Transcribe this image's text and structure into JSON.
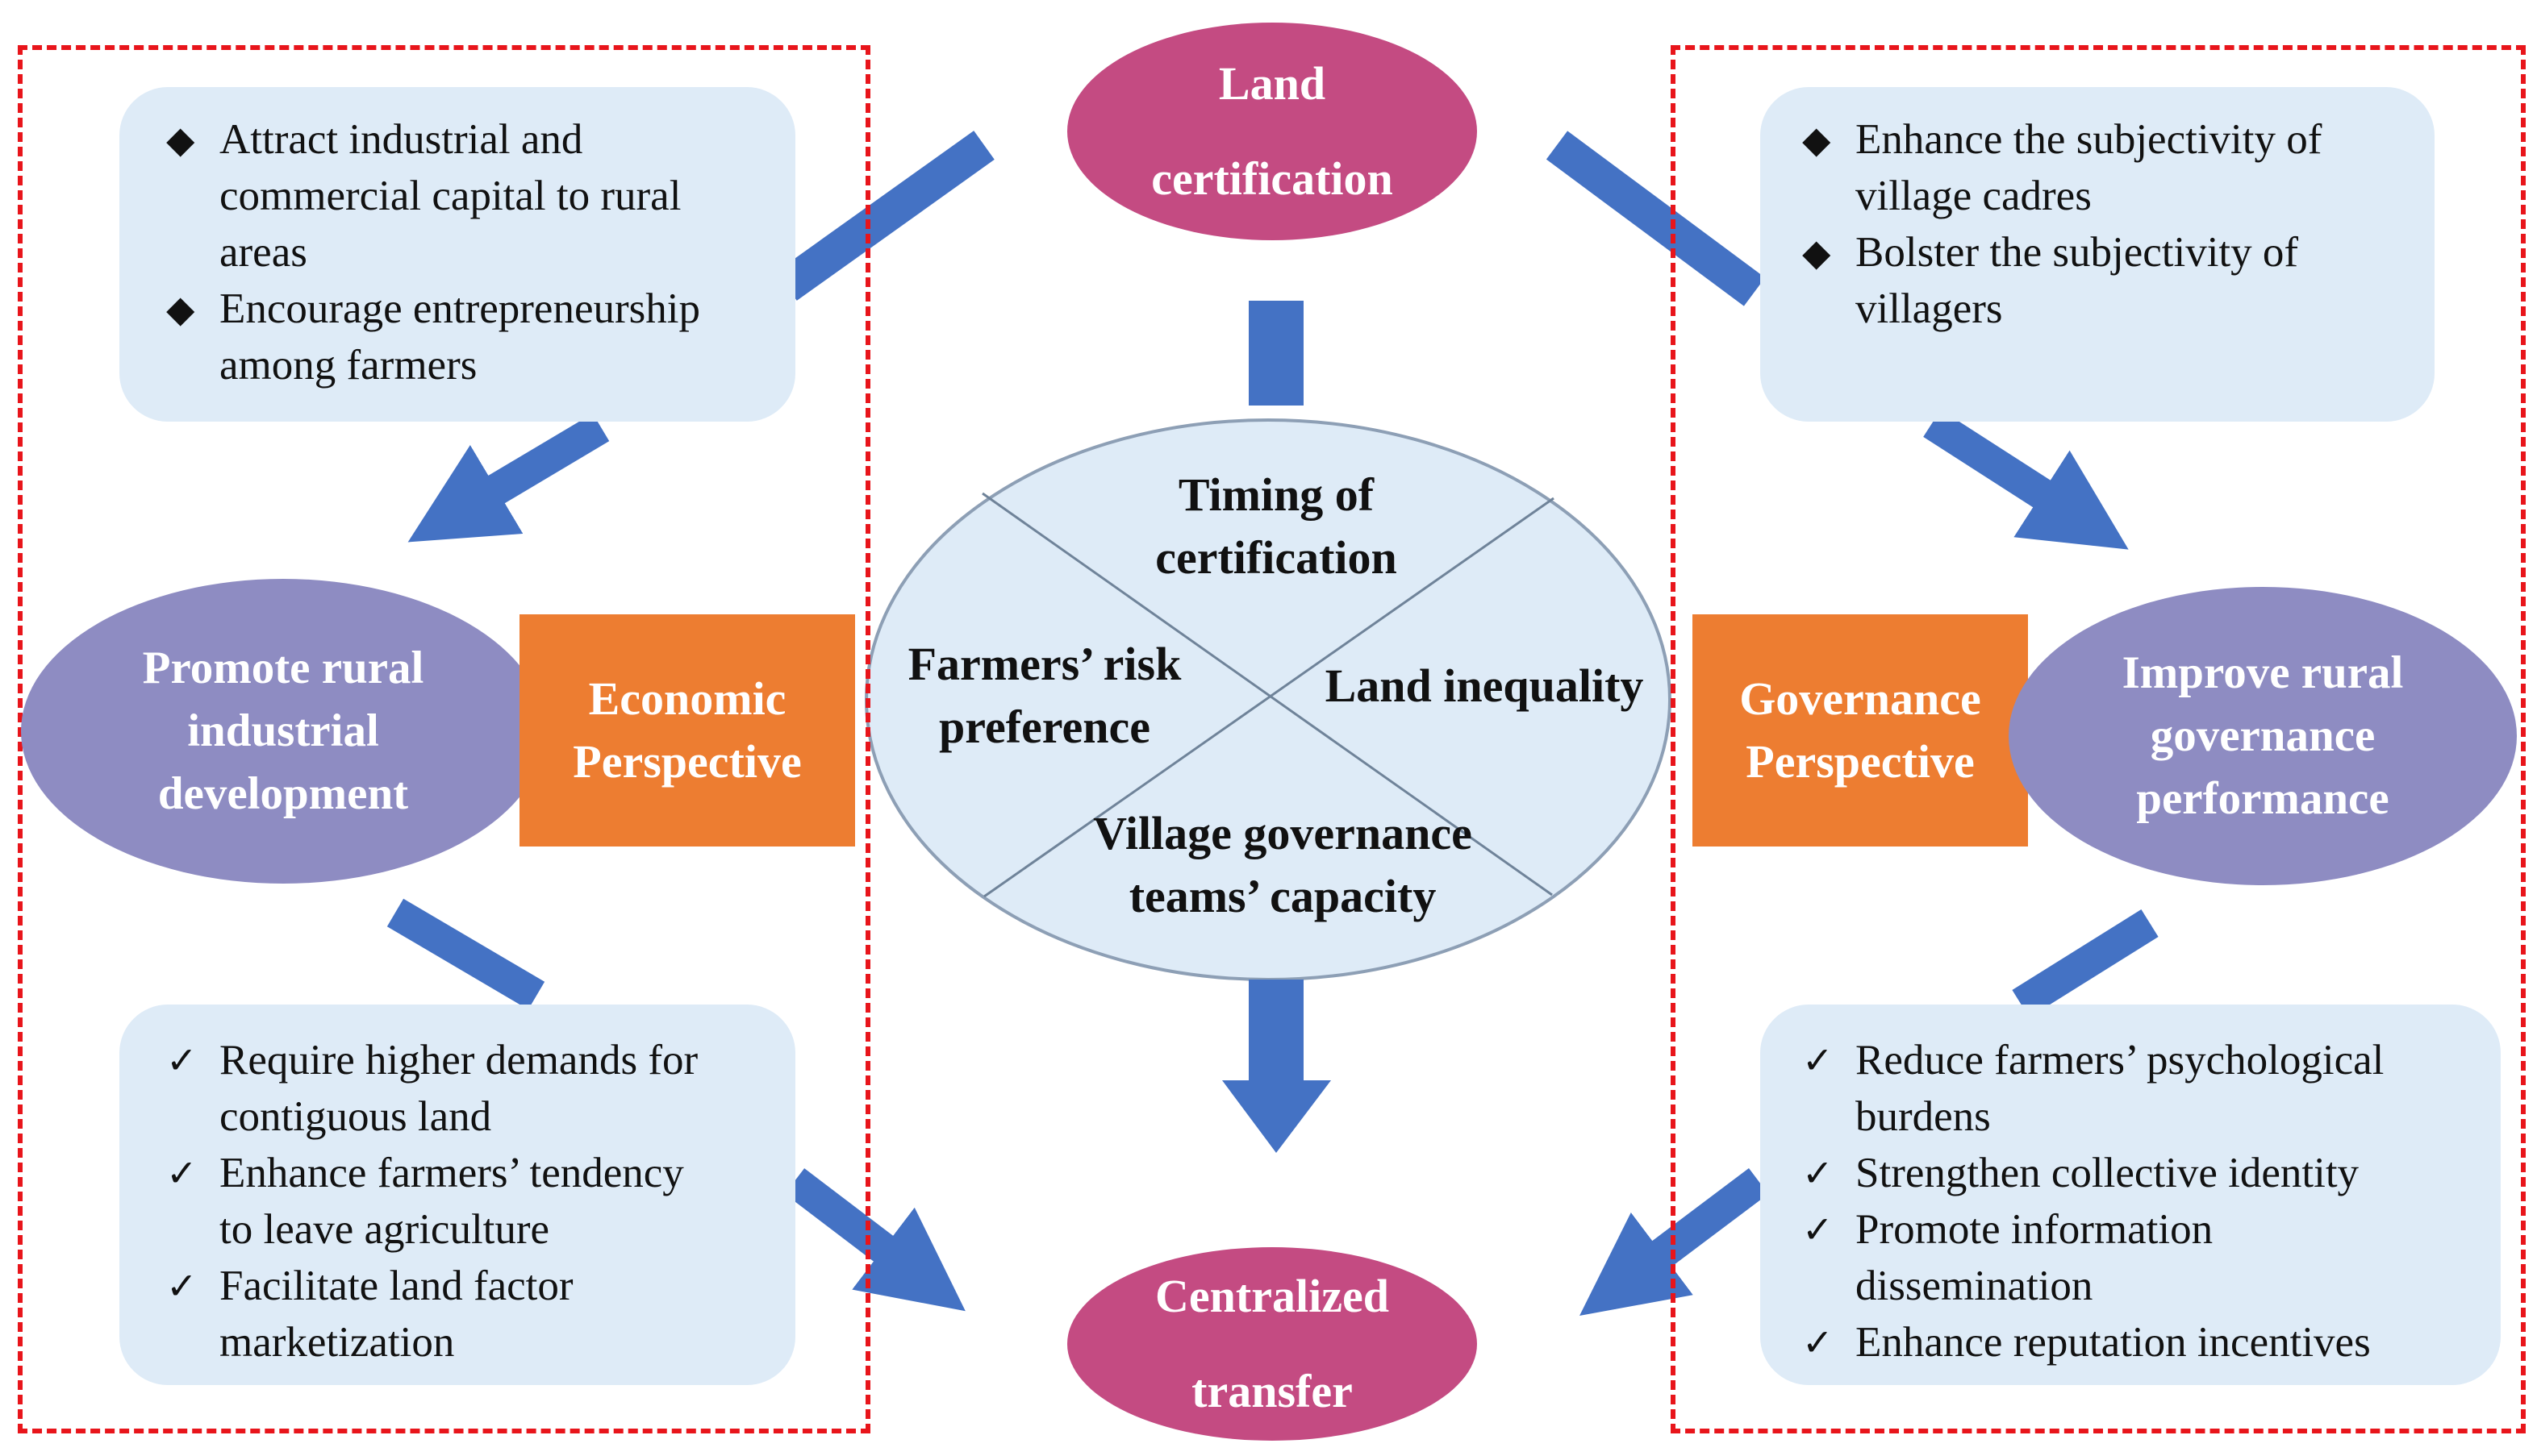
{
  "top_node": {
    "line1": "Land",
    "line2": "certification"
  },
  "bottom_node": {
    "line1": "Centralized",
    "line2": "transfer"
  },
  "center": {
    "top": {
      "line1": "Timing of",
      "line2": "certification"
    },
    "left": {
      "line1": "Farmers’ risk",
      "line2": "preference"
    },
    "right": {
      "line1": "Land inequality"
    },
    "bottom": {
      "line1": "Village governance",
      "line2": "teams’ capacity"
    }
  },
  "left_panel": {
    "node": {
      "line1": "Promote rural",
      "line2": "industrial",
      "line3": "development"
    },
    "perspective": {
      "line1": "Economic",
      "line2": "Perspective"
    },
    "top_box": {
      "marker": "◆",
      "items": [
        {
          "l1": "Attract industrial and",
          "l2": "commercial capital to rural",
          "l3": "areas"
        },
        {
          "l1": "Encourage entrepreneurship",
          "l2": "among farmers"
        }
      ]
    },
    "bottom_box": {
      "marker": "✓",
      "items": [
        {
          "l1": "Require higher demands for",
          "l2": "contiguous land"
        },
        {
          "l1": "Enhance farmers’ tendency",
          "l2": "to leave agriculture"
        },
        {
          "l1": "Facilitate land factor",
          "l2": "marketization"
        }
      ]
    }
  },
  "right_panel": {
    "node": {
      "line1": "Improve rural",
      "line2": "governance",
      "line3": "performance"
    },
    "perspective": {
      "line1": "Governance",
      "line2": "Perspective"
    },
    "top_box": {
      "marker": "◆",
      "items": [
        {
          "l1": "Enhance the subjectivity of",
          "l2": "village cadres"
        },
        {
          "l1": "Bolster the subjectivity of",
          "l2": "villagers"
        }
      ]
    },
    "bottom_box": {
      "marker": "✓",
      "items": [
        {
          "l1": "Reduce farmers’ psychological",
          "l2": "burdens"
        },
        {
          "l1": "Strengthen collective identity"
        },
        {
          "l1": "Promote information",
          "l2": "dissemination"
        },
        {
          "l1": "Enhance reputation incentives"
        }
      ]
    }
  },
  "colors": {
    "arrow": "#4472c4",
    "pink": "#c44b82",
    "purple": "#8e8cc2",
    "orange": "#ed7d31",
    "box": "#deebf7",
    "dash": "#e8151b"
  }
}
